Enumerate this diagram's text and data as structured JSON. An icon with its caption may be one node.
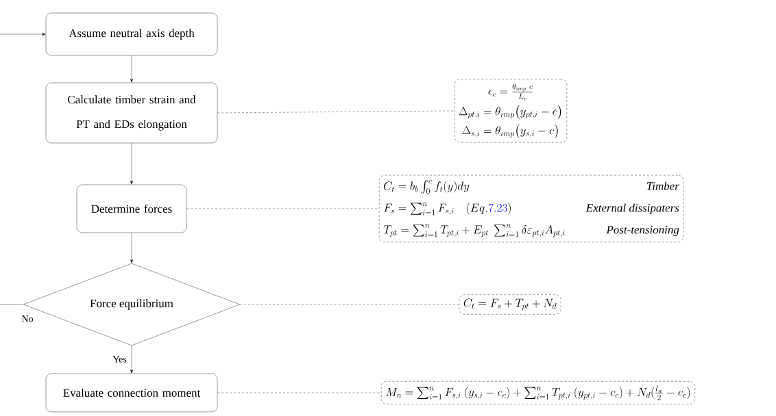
{
  "diagram": {
    "nodes": [
      {
        "text": [
          "Assume neutral axis depth"
        ]
      },
      {
        "text": [
          "Calculate timber strain and PT and EDs elongation"
        ]
      },
      {
        "text": [
          "Determine forces"
        ]
      },
      {
        "text": [
          "Force equilibrium"
        ]
      },
      {
        "text": [
          "Evaluate connection moment"
        ]
      },
      {
        "text": [
          "\\epsilon_c = \\frac{\\theta_{imp}\\ c}{L_e}",
          "\\Delta_{pt,i} = \\theta_{imp}\\big(y_{pt,i} - c\\big)",
          "\\Delta_{s,i} = \\theta_{imp}\\big(y_{s,i} - c\\big)"
        ]
      },
      {
        "text": [
          "C_t = b_b \\int_0^c f_t(y)dy",
          "Timber",
          "F_s = \\sum_{i=1}^{n} F_{s,i} \\quad (Eq.\\textcolor{blue}{7.23})",
          "External dissipaters",
          "T_{pt} = \\sum_{i=1}^{n} T_{pt,i} + E_{pt}\\ \\sum_{i=1}^{n} \\delta\\varepsilon_{pt,i} A_{pt,i}",
          "Post-tensioning"
        ]
      },
      {
        "text": [
          "C_t = F_s + T_{pt} + N_d"
        ]
      },
      {
        "text": [
          "M_n = \\sum_{i=1}^{n} F_{s,i}\\ (y_{s,i} - c_c) + \\sum_{i=1}^{n} T_{pt,i}\\ (y_{pt,i} - c_c) + N_d(\\frac{l_w}{2} - c_c)"
        ]
      }
    ],
    "edges": [
      {
        "from": 0,
        "to": 1,
        "arrow": "to"
      },
      {
        "from": 1,
        "to": 2,
        "arrow": "to"
      },
      {
        "from": 2,
        "to": 3,
        "arrow": "to"
      },
      {
        "from": 3,
        "to": 4,
        "arrow": "to",
        "label": "Yes"
      },
      {
        "from": 3,
        "to": 0,
        "arrow": "to",
        "label": "No"
      },
      {
        "from": 1,
        "to": 5,
        "arrow": "none",
        "style": "dashed"
      },
      {
        "from": 2,
        "to": 6,
        "arrow": "none",
        "style": "dashed"
      },
      {
        "from": 3,
        "to": 7,
        "arrow": "none",
        "style": "dashed"
      },
      {
        "from": 4,
        "to": 8,
        "arrow": "none",
        "style": "dashed"
      }
    ]
  }
}
